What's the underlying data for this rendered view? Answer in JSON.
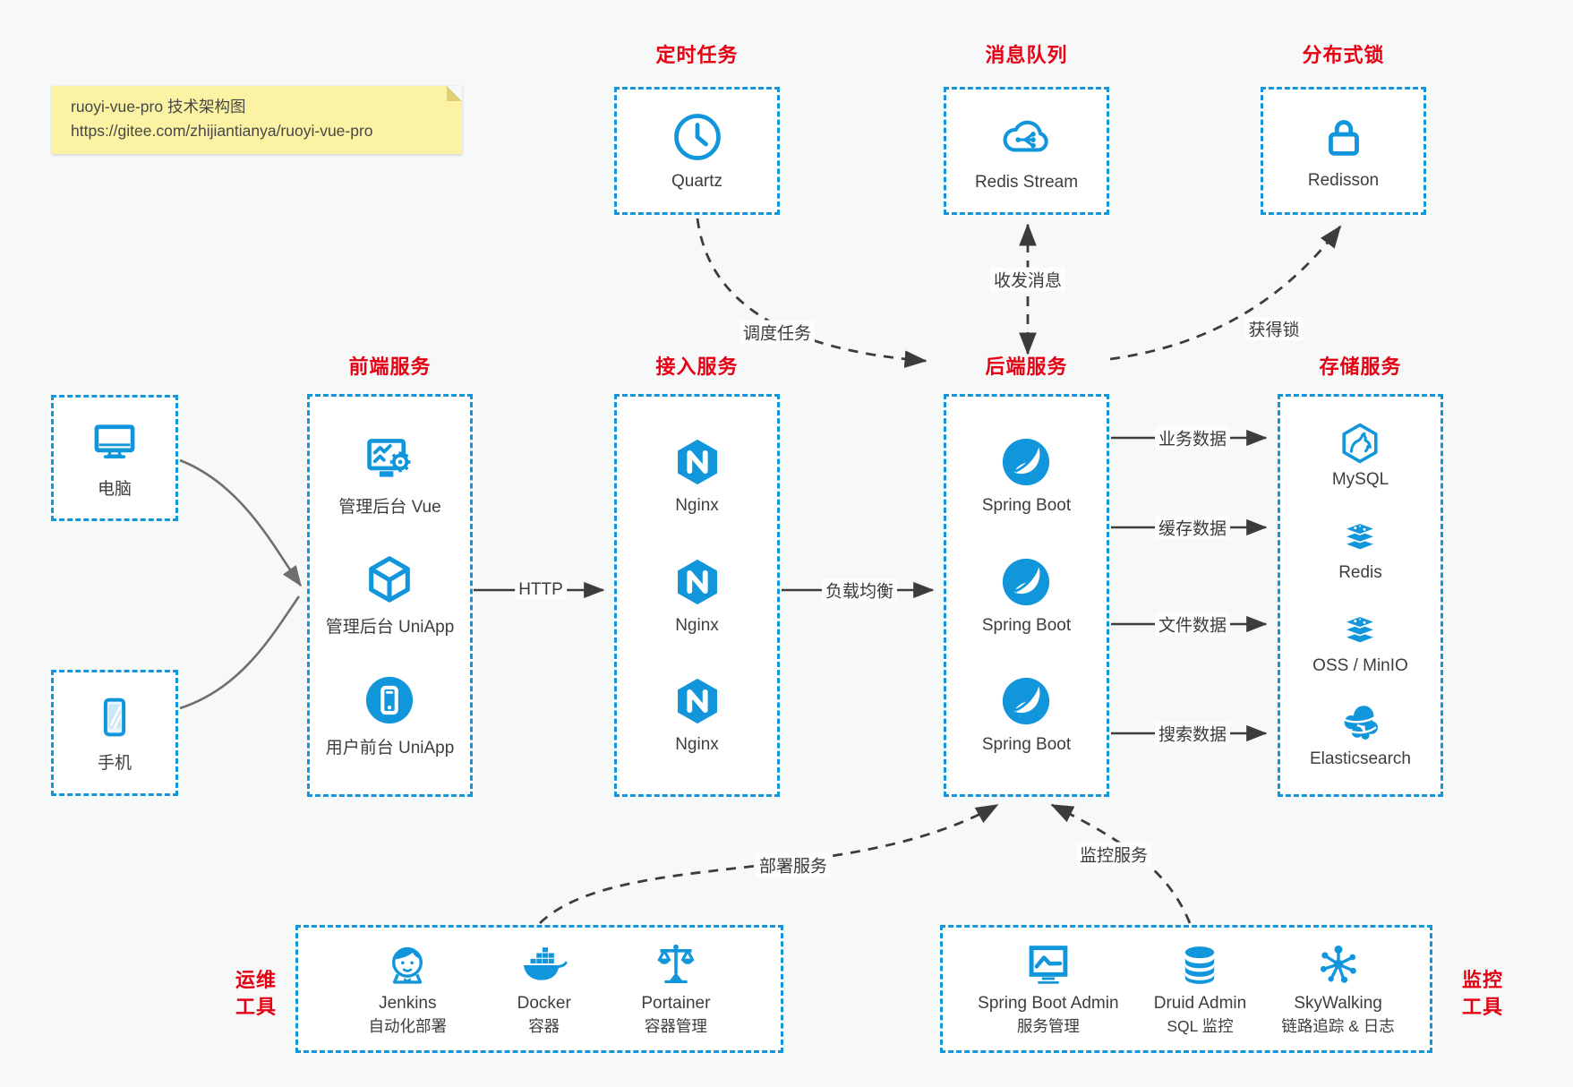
{
  "note": {
    "line1": "ruoyi-vue-pro 技术架构图",
    "line2": "https://gitee.com/zhijiantianya/ruoyi-vue-pro"
  },
  "colors": {
    "accent": "#1296db",
    "red": "#e60013",
    "text": "#3d3d3d",
    "note_bg": "#fbf3a3"
  },
  "top_groups": [
    {
      "label": "定时任务",
      "item": {
        "name": "Quartz",
        "icon": "clock-icon"
      }
    },
    {
      "label": "消息队列",
      "item": {
        "name": "Redis Stream",
        "icon": "cloud-share-icon"
      }
    },
    {
      "label": "分布式锁",
      "item": {
        "name": "Redisson",
        "icon": "lock-icon"
      }
    }
  ],
  "devices": [
    {
      "label": "电脑",
      "icon": "desktop-icon"
    },
    {
      "label": "手机",
      "icon": "phone-icon"
    }
  ],
  "columns": [
    {
      "label": "前端服务",
      "items": [
        {
          "name": "管理后台 Vue",
          "icon": "admin-vue-icon"
        },
        {
          "name": "管理后台 UniApp",
          "icon": "cube-icon"
        },
        {
          "name": "用户前台 UniApp",
          "icon": "app-phone-icon"
        }
      ]
    },
    {
      "label": "接入服务",
      "items": [
        {
          "name": "Nginx",
          "icon": "nginx-icon"
        },
        {
          "name": "Nginx",
          "icon": "nginx-icon"
        },
        {
          "name": "Nginx",
          "icon": "nginx-icon"
        }
      ]
    },
    {
      "label": "后端服务",
      "items": [
        {
          "name": "Spring Boot",
          "icon": "spring-icon"
        },
        {
          "name": "Spring Boot",
          "icon": "spring-icon"
        },
        {
          "name": "Spring Boot",
          "icon": "spring-icon"
        }
      ]
    },
    {
      "label": "存储服务",
      "items": [
        {
          "name": "MySQL",
          "icon": "mysql-icon"
        },
        {
          "name": "Redis",
          "icon": "redis-icon"
        },
        {
          "name": "OSS / MinIO",
          "icon": "oss-icon"
        },
        {
          "name": "Elasticsearch",
          "icon": "elasticsearch-icon"
        }
      ]
    }
  ],
  "bottom_groups": [
    {
      "label": "运维工具",
      "lines": [
        "运维",
        "工具"
      ],
      "items": [
        {
          "name": "Jenkins",
          "sub": "自动化部署",
          "icon": "jenkins-icon"
        },
        {
          "name": "Docker",
          "sub": "容器",
          "icon": "docker-icon"
        },
        {
          "name": "Portainer",
          "sub": "容器管理",
          "icon": "portainer-icon"
        }
      ]
    },
    {
      "label": "监控工具",
      "lines": [
        "监控",
        "工具"
      ],
      "items": [
        {
          "name": "Spring Boot Admin",
          "sub": "服务管理",
          "icon": "spring-boot-admin-icon"
        },
        {
          "name": "Druid Admin",
          "sub": "SQL 监控",
          "icon": "druid-icon"
        },
        {
          "name": "SkyWalking",
          "sub": "链路追踪 & 日志",
          "icon": "skywalking-icon"
        }
      ]
    }
  ],
  "edges": {
    "http": "HTTP",
    "load_balance": "负载均衡",
    "biz_data": "业务数据",
    "cache_data": "缓存数据",
    "file_data": "文件数据",
    "search_data": "搜索数据",
    "schedule": "调度任务",
    "message": "收发消息",
    "acquire_lock": "获得锁",
    "deploy": "部署服务",
    "monitor": "监控服务"
  }
}
